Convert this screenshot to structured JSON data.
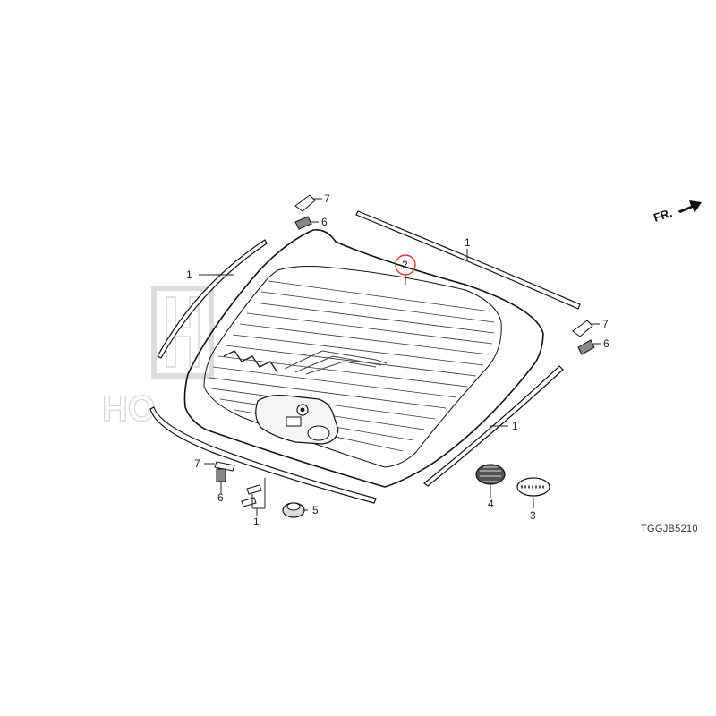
{
  "diagram": {
    "code": "TGGJB5210",
    "direction_label": "FR.",
    "watermark_text": "HO",
    "highlight_color": "#e53935",
    "callouts": {
      "part1_left": "1",
      "part1_top": "1",
      "part1_right": "1",
      "part1_bottom": "1",
      "part2_glass": "2",
      "part3": "3",
      "part4": "4",
      "part5": "5",
      "part6_top": "6",
      "part6_right": "6",
      "part6_bottom": "6",
      "part7_top": "7",
      "part7_right": "7",
      "part7_bottom": "7"
    }
  }
}
